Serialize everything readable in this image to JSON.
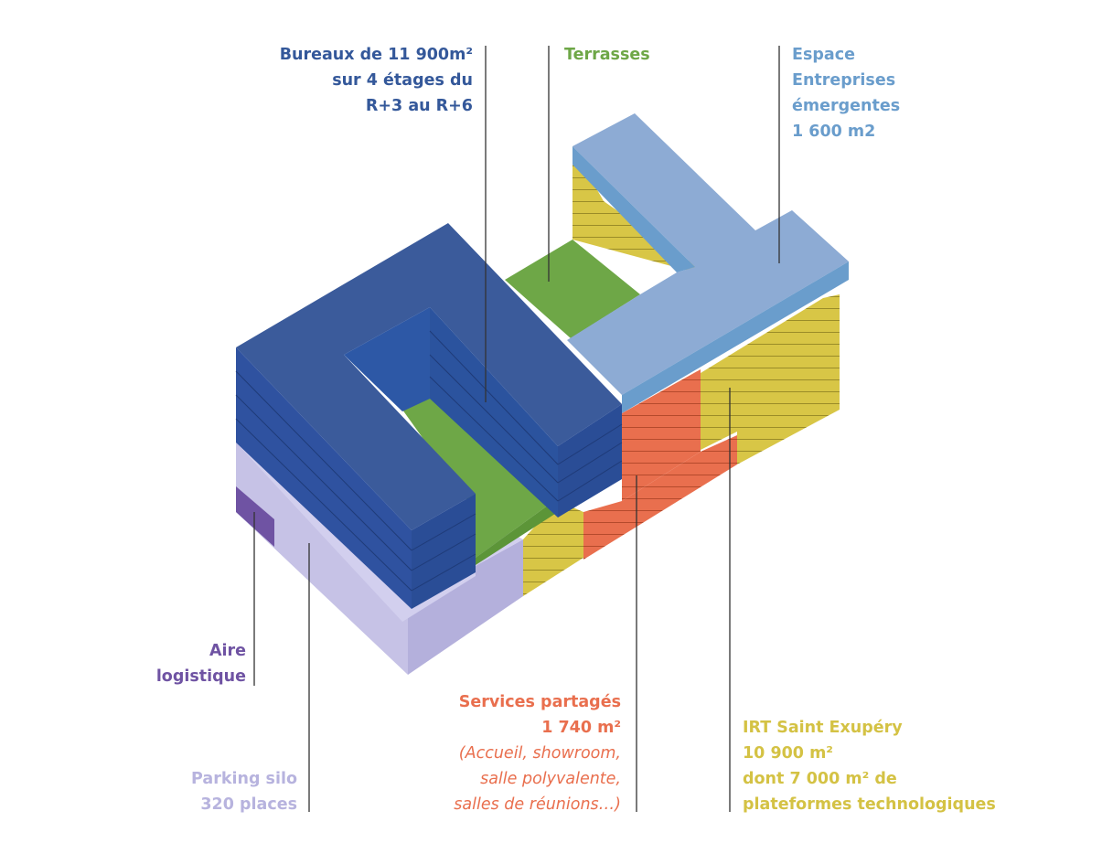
{
  "colors": {
    "bureaux": "#34589a",
    "terrasses": "#6ea747",
    "espace": "#6a9dcc",
    "irt": "#d4c244",
    "services": "#e96f4e",
    "parking": "#b7b3de",
    "aire": "#6f53a3",
    "line": "#333333"
  },
  "labels": {
    "bureaux": {
      "line1": "Bureaux de 11 900m²",
      "line2": "sur 4 étages du",
      "line3": "R+3 au R+6"
    },
    "terrasses": {
      "line1": "Terrasses"
    },
    "espace": {
      "line1": "Espace",
      "line2": "Entreprises",
      "line3": "émergentes",
      "line4": "1 600 m2"
    },
    "aire": {
      "line1": "Aire",
      "line2": "logistique"
    },
    "services": {
      "line1": "Services partagés",
      "line2": "1 740 m²",
      "line3": "(Accueil, showroom,",
      "line4": "salle polyvalente,",
      "line5": "salles de réunions…)"
    },
    "irt": {
      "line1": "IRT Saint Exupéry",
      "line2": "10 900 m²",
      "line3": "dont  7 000 m²  de",
      "line4": "plateformes technologiques"
    },
    "parking": {
      "line1": "Parking silo",
      "line2": "320 places"
    }
  }
}
